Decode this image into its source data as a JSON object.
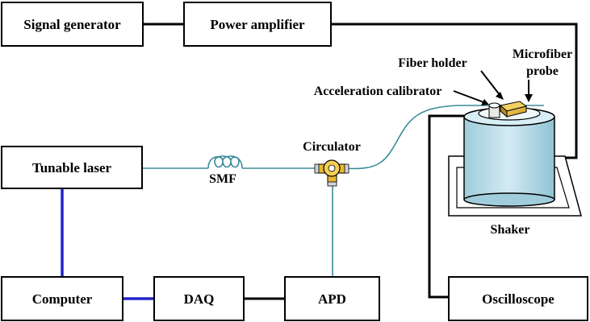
{
  "boxes": {
    "signal_generator": "Signal generator",
    "power_amplifier": "Power amplifier",
    "tunable_laser": "Tunable laser",
    "computer": "Computer",
    "daq": "DAQ",
    "apd": "APD",
    "oscilloscope": "Oscilloscope"
  },
  "labels": {
    "smf": "SMF",
    "circulator": "Circulator",
    "fiber_holder": "Fiber holder",
    "microfiber_line1": "Microfiber",
    "microfiber_line2": "probe",
    "acceleration_calibrator": "Acceleration calibrator",
    "shaker": "Shaker"
  },
  "colors": {
    "electrical_wire": "#000000",
    "data_cable": "#2323c8",
    "optical_fiber": "#3a8b9a",
    "shaker_body": "#c5e4ee",
    "fiber_holder": "#b8860b",
    "circulator": "#e8b830"
  }
}
